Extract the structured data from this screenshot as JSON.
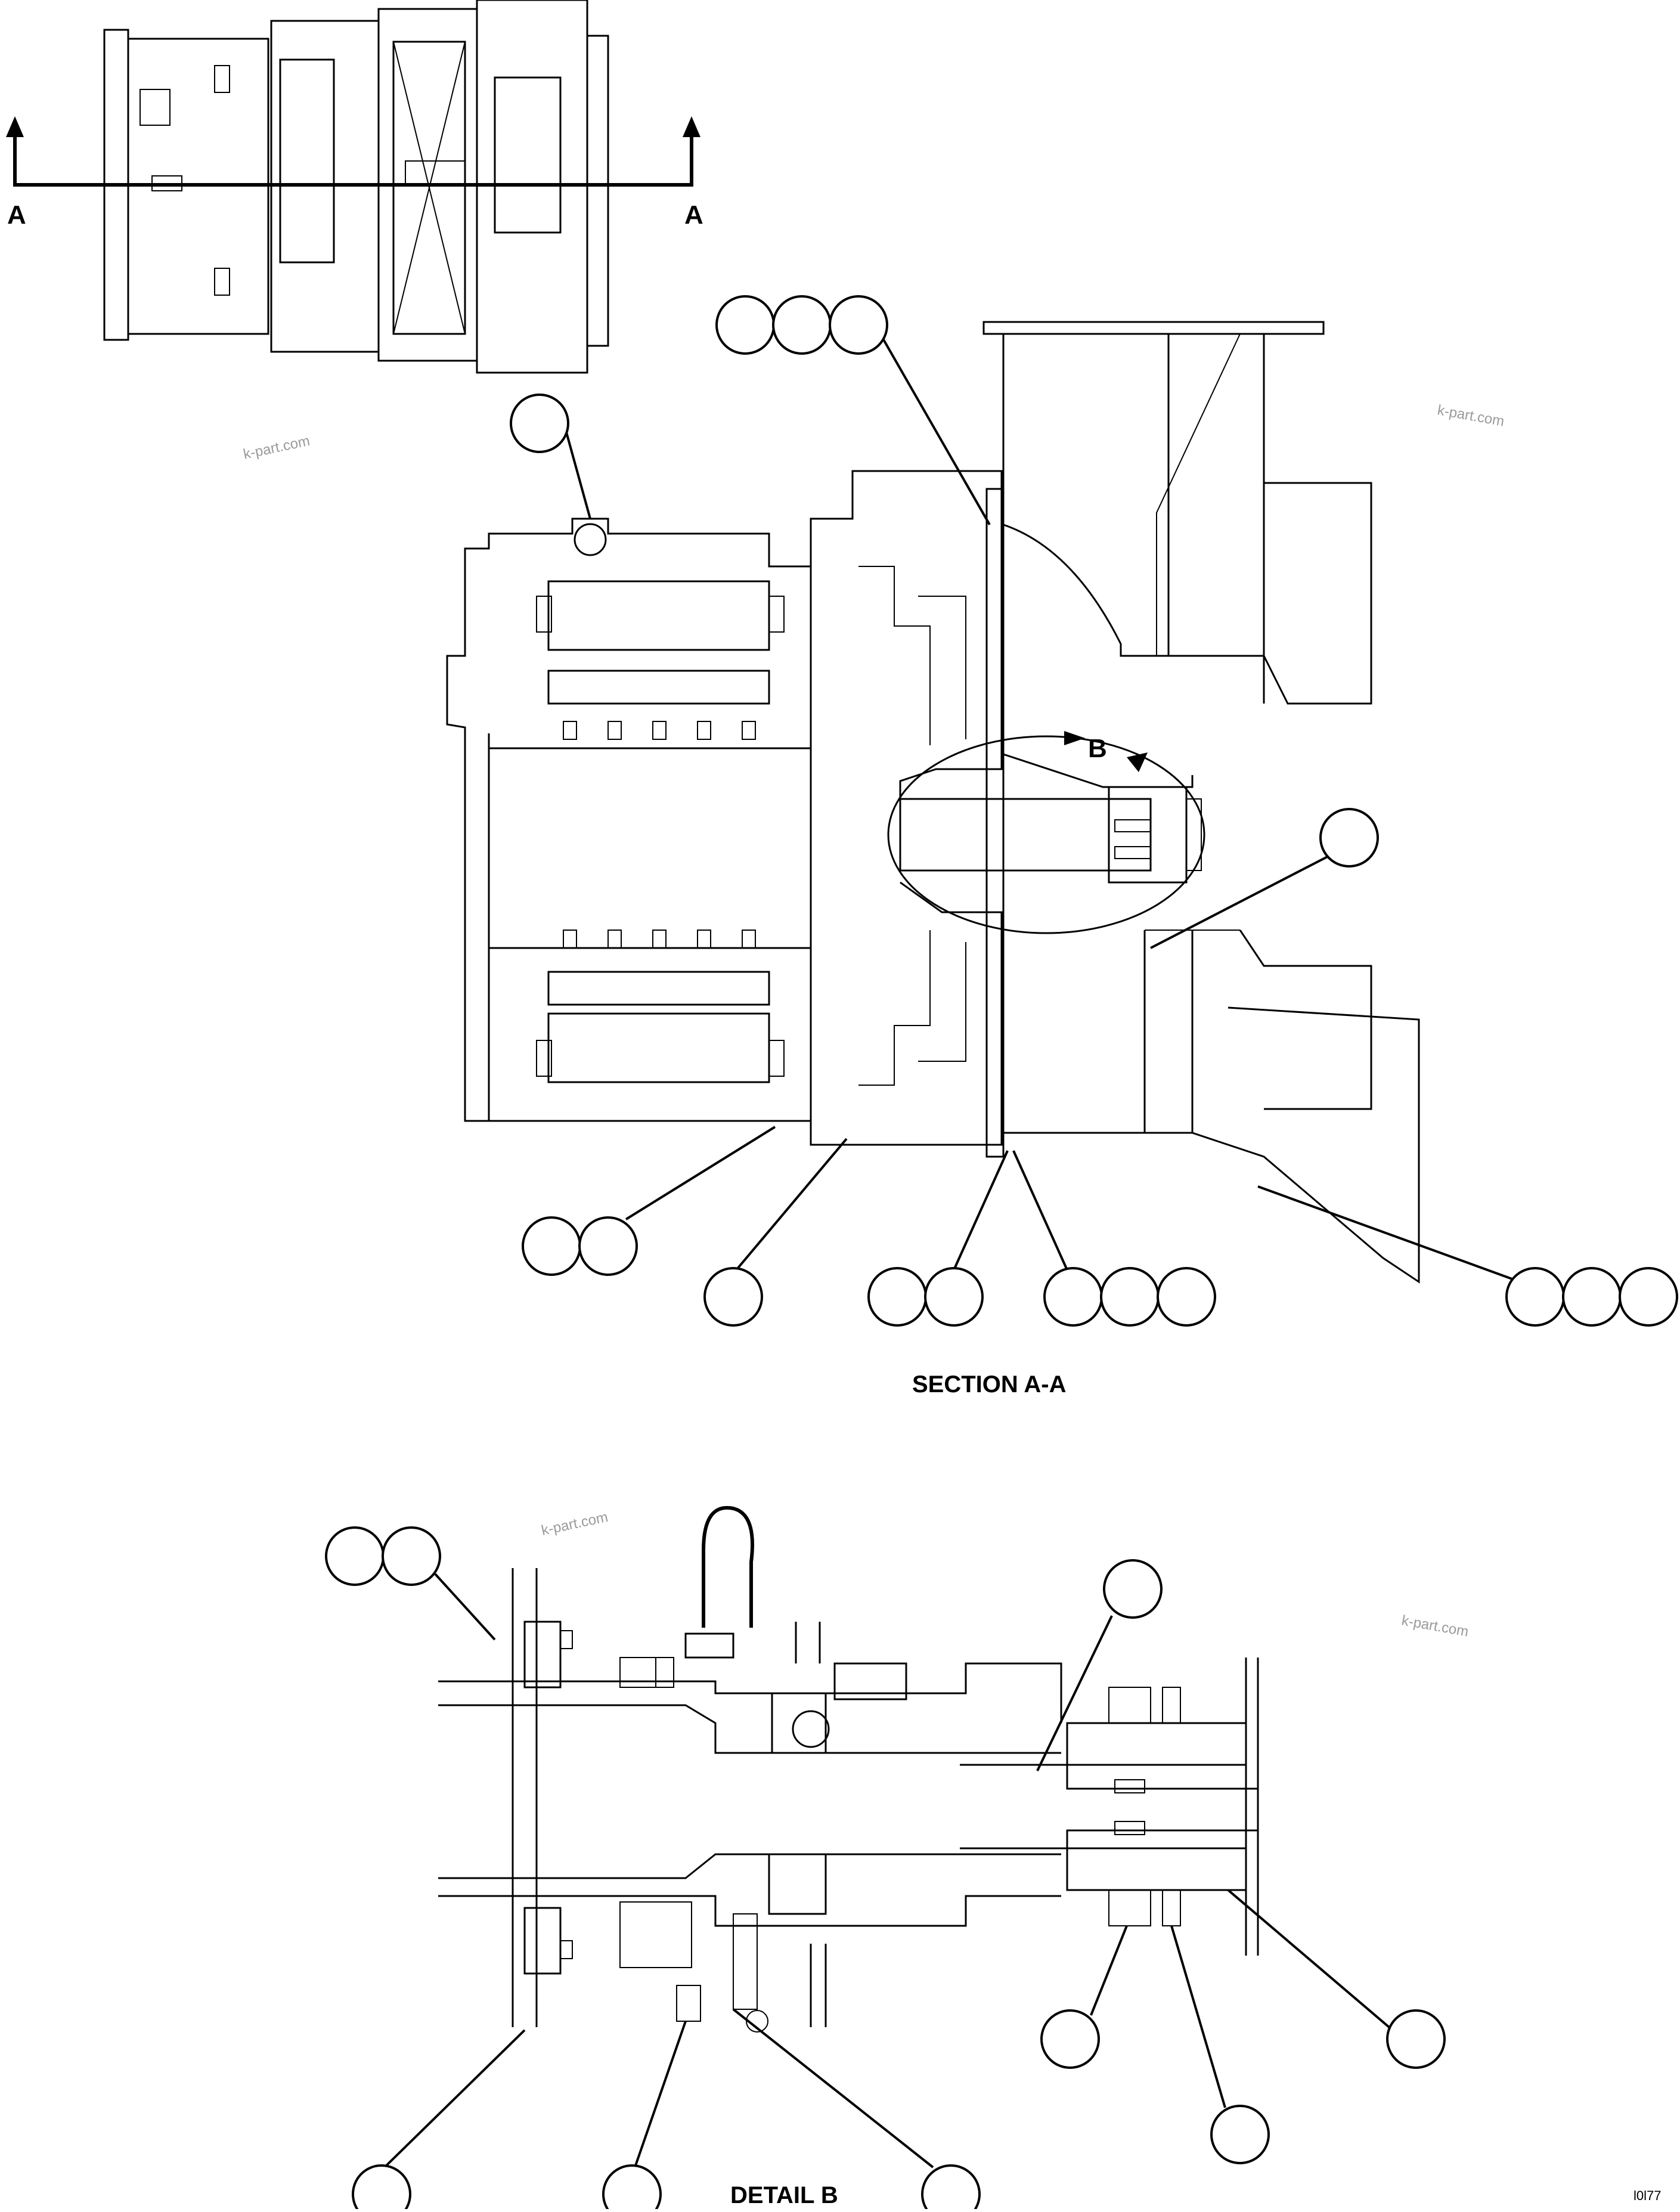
{
  "diagram": {
    "section_letter_left": "A",
    "section_letter_right": "A",
    "detail_marker": "B",
    "section_title": "SECTION A-A",
    "detail_title": "DETAIL B",
    "drawing_code": "l0l77",
    "watermarks": [
      "k-part.com",
      "k-part.com",
      "k-part.com",
      "k-part.com"
    ]
  }
}
